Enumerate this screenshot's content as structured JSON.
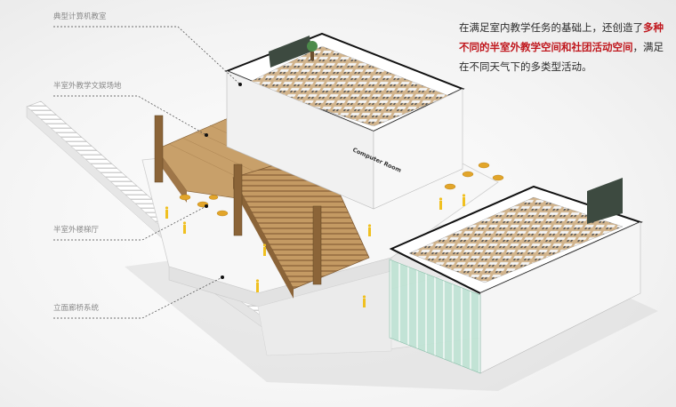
{
  "labels": {
    "computer_classroom": "典型计算机教室",
    "semi_outdoor_activity": "半室外教学文娱场地",
    "semi_outdoor_stair_hall": "半室外楼梯厅",
    "facade_corridor": "立面廊桥系统"
  },
  "description": {
    "part1": "在满足室内教学任务的基础上，还创造了",
    "highlight": "多种不同的半室外教学空间和社团活动空间",
    "part2": "，满足在不同天气下的多类型活动。"
  },
  "room_sign": "Computer Room",
  "colors": {
    "highlight": "#c0171d",
    "wood": "#c49a63",
    "figure": "#f0c020",
    "glass": "#a9d8c4"
  }
}
